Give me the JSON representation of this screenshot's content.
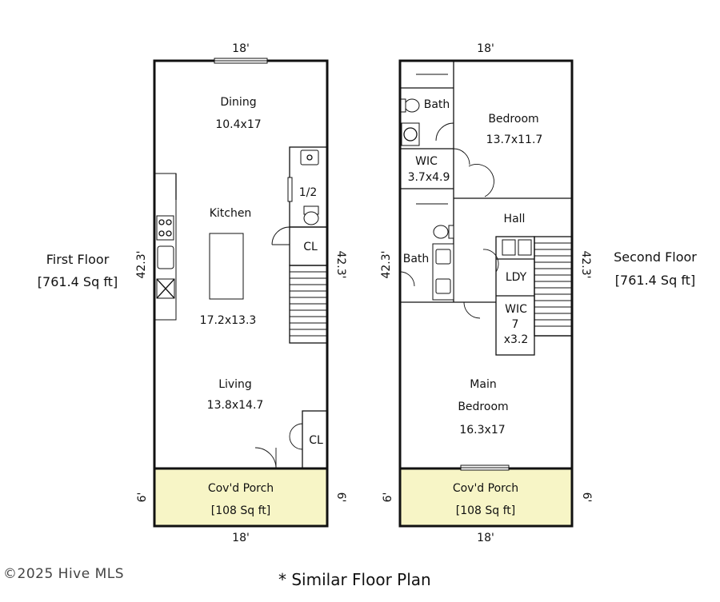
{
  "first_floor": {
    "title": "First Floor",
    "area": "[761.4 Sq ft]",
    "dims": {
      "width": "18'",
      "depth": "42.3'",
      "porch_depth": "6'"
    },
    "rooms": {
      "dining": {
        "name": "Dining",
        "size": "10.4x17"
      },
      "kitchen": {
        "name": "Kitchen",
        "size": "17.2x13.3"
      },
      "living": {
        "name": "Living",
        "size": "13.8x14.7"
      },
      "half_bath": "1/2",
      "closet_top": "CL",
      "closet_bottom": "CL",
      "porch": {
        "name": "Cov'd Porch",
        "area": "[108 Sq ft]"
      }
    }
  },
  "second_floor": {
    "title": "Second Floor",
    "area": "[761.4 Sq ft]",
    "dims": {
      "width": "18'",
      "depth": "42.3'",
      "porch_depth": "6'"
    },
    "rooms": {
      "bath_top": "Bath",
      "bedroom": {
        "name": "Bedroom",
        "size": "13.7x11.7"
      },
      "wic_top": {
        "name": "WIC",
        "size": "3.7x4.9"
      },
      "hall": "Hall",
      "bath_mid": "Bath",
      "laundry": "LDY",
      "wic_mid": {
        "name": "WIC",
        "line2": "7",
        "line3": "x3.2"
      },
      "main_bedroom": {
        "line1": "Main",
        "line2": "Bedroom",
        "size": "16.3x17"
      },
      "porch": {
        "name": "Cov'd Porch",
        "area": "[108 Sq ft]"
      }
    }
  },
  "footer": {
    "copyright": "©2025 Hive MLS",
    "note": "* Similar Floor Plan"
  }
}
